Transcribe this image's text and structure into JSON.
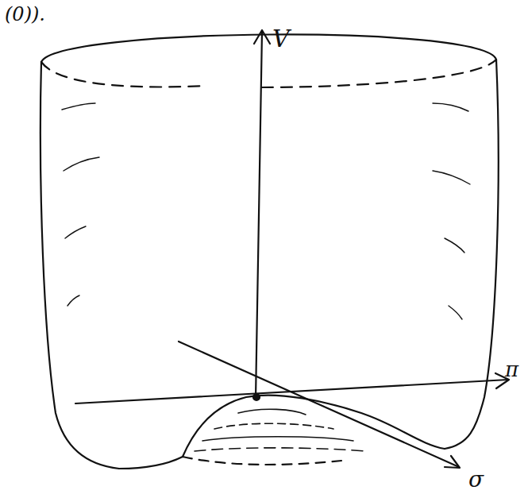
{
  "diagram": {
    "labels": [
      "(0)).",
      "V",
      "π",
      "σ"
    ]
  }
}
